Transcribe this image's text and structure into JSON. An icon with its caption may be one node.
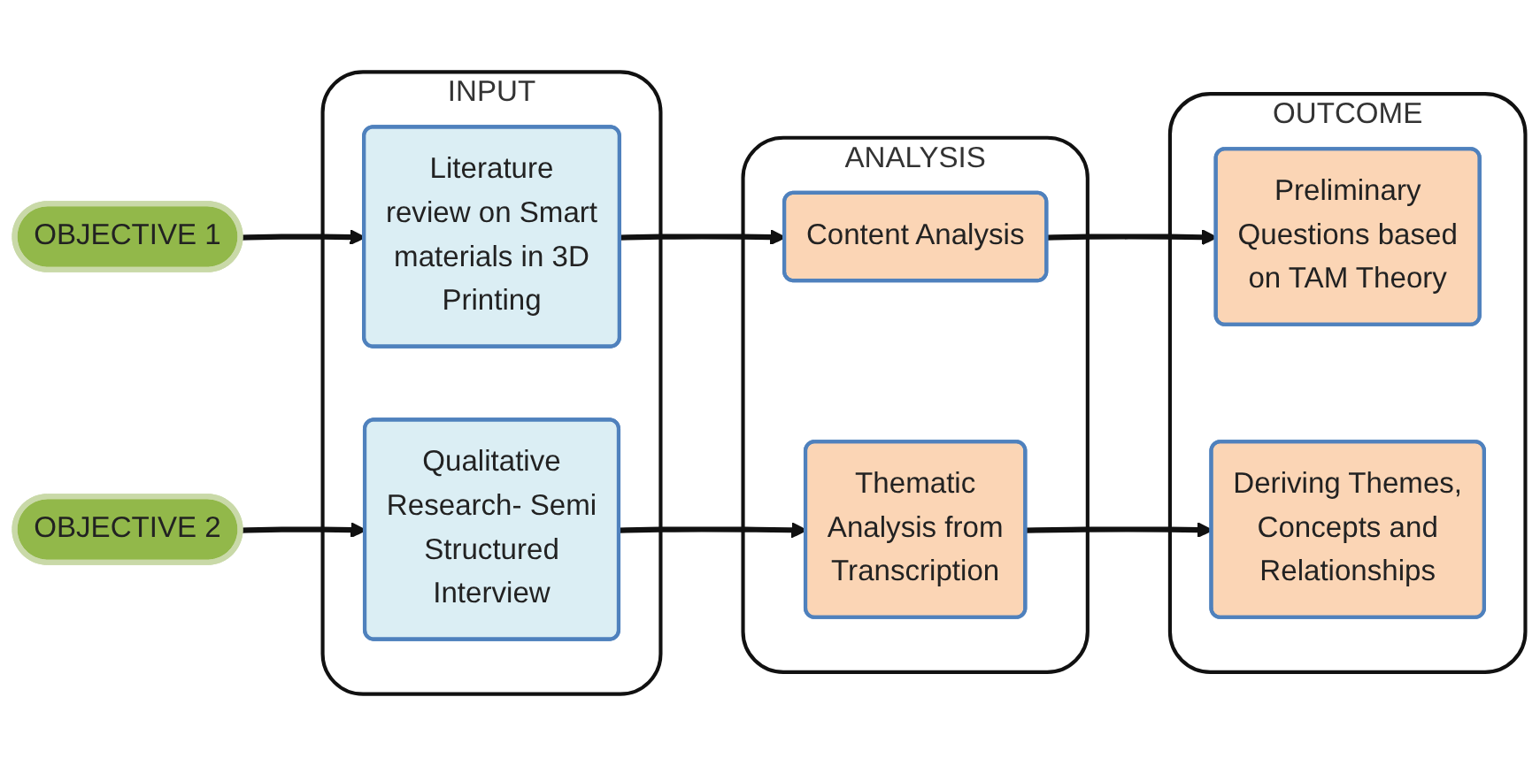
{
  "diagram": {
    "nodes": [
      {
        "text": [
          "OBJECTIVE 1"
        ]
      },
      {
        "text": [
          "OBJECTIVE 2"
        ]
      },
      {
        "text": [
          "INPUT"
        ]
      },
      {
        "text": [
          "Literature review on Smart materials in 3D Printing"
        ],
        "in": 2
      },
      {
        "text": [
          "Qualitative Research- Semi Structured Interview"
        ],
        "in": 2
      },
      {
        "text": [
          "ANALYSIS"
        ]
      },
      {
        "text": [
          "Content Analysis"
        ],
        "in": 5
      },
      {
        "text": [
          "Thematic Analysis from Transcription"
        ],
        "in": 5
      },
      {
        "text": [
          "OUTCOME"
        ]
      },
      {
        "text": [
          "Preliminary Questions based on TAM Theory"
        ],
        "in": 8
      },
      {
        "text": [
          "Deriving Themes, Concepts and Relationships"
        ],
        "in": 8
      }
    ],
    "edges": [
      {
        "from": 0,
        "to": 3,
        "arrow": "to"
      },
      {
        "from": 1,
        "to": 4,
        "arrow": "to"
      },
      {
        "from": 3,
        "to": 6,
        "arrow": "to"
      },
      {
        "from": 4,
        "to": 7,
        "arrow": "to"
      },
      {
        "from": 6,
        "to": 9,
        "arrow": "to"
      },
      {
        "from": 7,
        "to": 10,
        "arrow": "to"
      }
    ]
  }
}
